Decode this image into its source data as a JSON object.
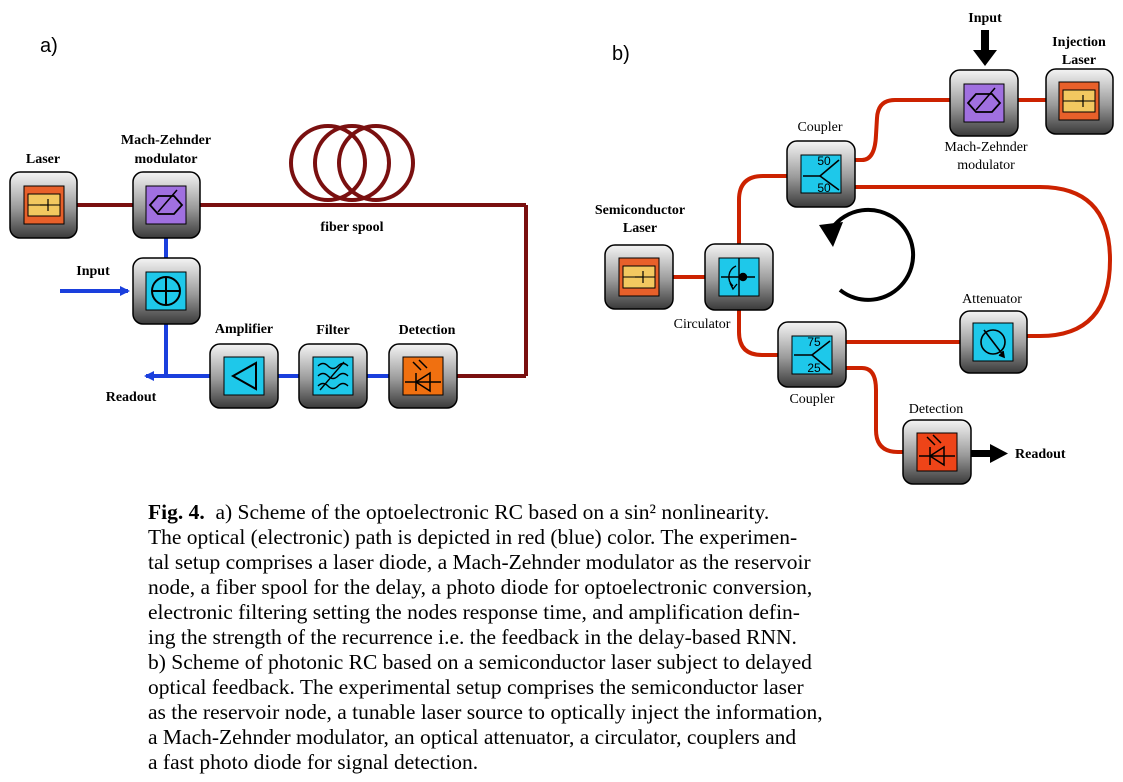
{
  "panel_a": {
    "label": "a)",
    "laser": "Laser",
    "mzm_line1": "Mach-Zehnder",
    "mzm_line2": "modulator",
    "fiber_spool": "fiber spool",
    "input": "Input",
    "amplifier": "Amplifier",
    "filter": "Filter",
    "detection": "Detection",
    "readout": "Readout"
  },
  "panel_b": {
    "label": "b)",
    "input": "Input",
    "injection_laser_line1": "Injection",
    "injection_laser_line2": "Laser",
    "mzm_line1": "Mach-Zehnder",
    "mzm_line2": "modulator",
    "coupler_top": "Coupler",
    "coupler_top_ratio_a": "50",
    "coupler_top_ratio_b": "50",
    "semiconductor_laser_line1": "Semiconductor",
    "semiconductor_laser_line2": "Laser",
    "circulator": "Circulator",
    "attenuator": "Attenuator",
    "coupler_bottom": "Coupler",
    "coupler_bottom_ratio_a": "75",
    "coupler_bottom_ratio_b": "25",
    "detection": "Detection",
    "readout": "Readout"
  },
  "caption": {
    "fig_number": "Fig. 4.",
    "line1": "a) Scheme of the optoelectronic RC based on a sin² nonlinearity.",
    "line2": "The optical (electronic) path is depicted in red (blue) color. The experimen-",
    "line3": "tal setup comprises a laser diode, a Mach-Zehnder modulator as the reservoir",
    "line4": "node, a fiber spool for the delay, a photo diode for optoelectronic conversion,",
    "line5": "electronic filtering setting the nodes response time, and amplification defin-",
    "line6": "ing the strength of the recurrence i.e. the feedback in the delay-based RNN.",
    "line7": "b) Scheme of photonic RC based on a semiconductor laser subject to delayed",
    "line8": "optical feedback. The experimental setup comprises the semiconductor laser",
    "line9": "as the reservoir node, a tunable laser source to optically inject the information,",
    "line10": "a Mach-Zehnder modulator, an optical attenuator, a circulator, couplers and",
    "line11": "a fast photo diode for signal detection."
  },
  "colors": {
    "optical_dark_red": "#7a1010",
    "optical_red": "#cc2200",
    "electronic_blue": "#1a3fdd",
    "laser_orange": "#e8602a",
    "laser_yellow": "#f2c860",
    "mzm_purple": "#a070e0",
    "cyan": "#1ec8ea",
    "detector_orange": "#f07010",
    "detector_red": "#ee4418"
  }
}
